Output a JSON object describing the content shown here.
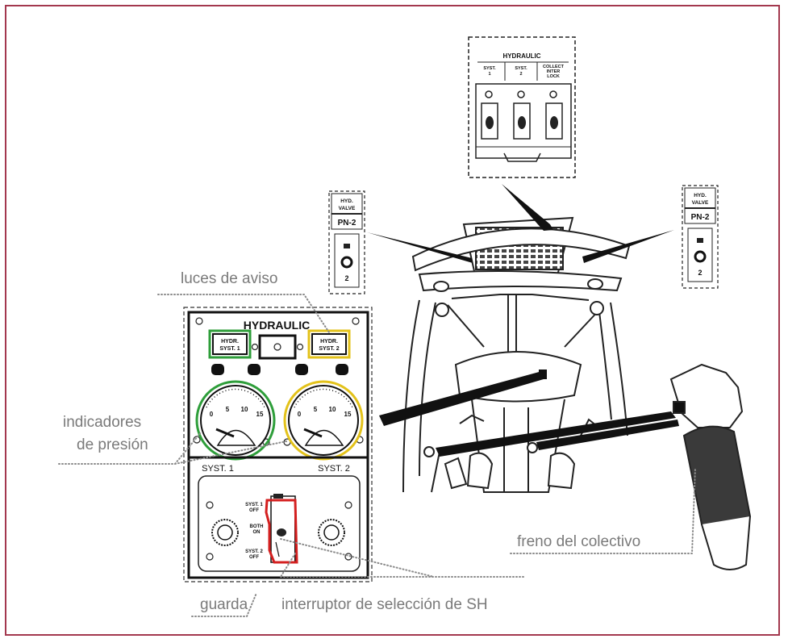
{
  "colors": {
    "frame": "#a3384e",
    "warning_light_1": "#2e9e3a",
    "warning_light_2": "#e3c21a",
    "selector_switch": "#d42020",
    "label_text": "#7a7a7a"
  },
  "callouts": {
    "warning_lights": "luces de aviso",
    "pressure_indicators_line1": "indicadores",
    "pressure_indicators_line2": "de presión",
    "guard": "guarda",
    "selector_switch": "interruptor de selección de SH",
    "collective_brake": "freno del colectivo"
  },
  "panel": {
    "title": "HYDRAULIC",
    "light_1_line1": "HYDR.",
    "light_1_line2": "SYST. 1",
    "light_2_line1": "HYDR.",
    "light_2_line2": "SYST. 2",
    "gauge_scale": [
      "0",
      "5",
      "10",
      "15"
    ],
    "syst1_label": "SYST. 1",
    "syst2_label": "SYST. 2",
    "switch_pos_1_line1": "SYST. 1",
    "switch_pos_1_line2": "OFF",
    "switch_pos_both_line1": "BOTH",
    "switch_pos_both_line2": "ON",
    "switch_pos_2_line1": "SYST. 2",
    "switch_pos_2_line2": "OFF"
  },
  "overhead_panel": {
    "title": "HYDRAULIC",
    "col1_line1": "SYST.",
    "col1_line2": "1",
    "col2_line1": "SYST.",
    "col2_line2": "2",
    "col3_line1": "COLLECT",
    "col3_line2": "INTER",
    "col3_line3": "LOCK"
  },
  "valve_left": {
    "line1": "HYD.",
    "line2": "VALVE",
    "line3": "PN-2",
    "number": "2"
  },
  "valve_right": {
    "line1": "HYD.",
    "line2": "VALVE",
    "line3": "PN-2",
    "number": "2"
  }
}
